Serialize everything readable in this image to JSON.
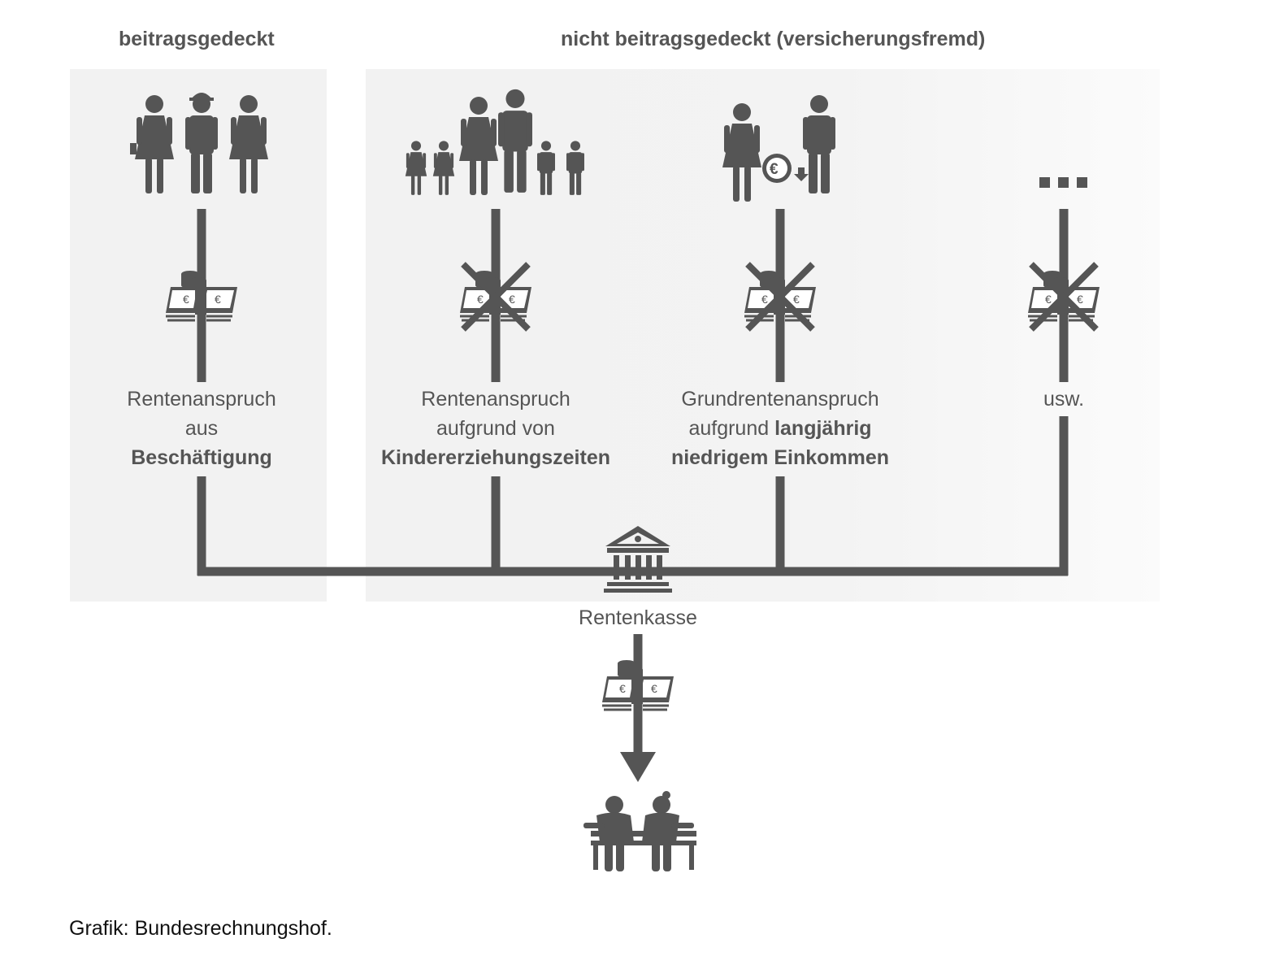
{
  "headings": {
    "left": "beitragsgedeckt",
    "right": "nicht beitragsgedeckt (versicherungsfremd)"
  },
  "columns": [
    {
      "icon": "workers-icon",
      "payment": "contribution-money-icon",
      "crossed": false,
      "label_line1": "Rentenanspruch",
      "label_line2": "aus",
      "label_line3_bold": "Beschäftigung"
    },
    {
      "icon": "family-icon",
      "payment": "crossed-money-icon",
      "crossed": true,
      "label_line1": "Rentenanspruch",
      "label_line2": "aufgrund von",
      "label_line3_bold": "Kindererziehungszeiten"
    },
    {
      "icon": "couple-low-income-icon",
      "payment": "crossed-money-icon",
      "crossed": true,
      "label_line1": "Grundrentenanspruch",
      "label_line2_plain": "aufgrund ",
      "label_line2_bold": "langjährig",
      "label_line3_bold": "niedrigem Einkommen"
    },
    {
      "icon": "ellipsis-icon",
      "payment": "crossed-money-icon",
      "crossed": true,
      "label_line1": "usw."
    }
  ],
  "hub": {
    "icon": "bank-building-icon",
    "label": "Rentenkasse"
  },
  "output": {
    "payment": "pension-money-icon",
    "arrow": "arrow-down-icon",
    "recipients": "retirees-on-bench-icon"
  },
  "source": "Grafik: Bundesrechnungshof.",
  "colors": {
    "line": "#555555",
    "panel": "#f2f2f2",
    "text": "#555555"
  }
}
